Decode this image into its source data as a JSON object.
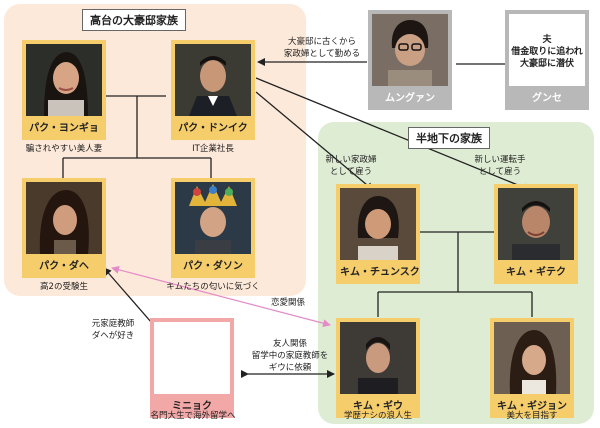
{
  "groups": {
    "rich": {
      "title": "高台の大豪邸家族"
    },
    "poor": {
      "title": "半地下の家族"
    }
  },
  "people": {
    "yeongyo": {
      "name": "パク・ヨンギョ",
      "desc": "騙されやすい美人妻"
    },
    "dongik": {
      "name": "パク・ドンイク",
      "desc": "IT企業社長"
    },
    "dahye": {
      "name": "パク・ダヘ",
      "desc": "高2の受験生"
    },
    "dasong": {
      "name": "パク・ダソン",
      "desc": "キムたちの匂いに気づく"
    },
    "mungwang": {
      "name": "ムングァン"
    },
    "geunsae": {
      "name": "グンセ",
      "lines": [
        "夫",
        "借金取りに追われ",
        "大豪邸に潜伏"
      ]
    },
    "chungsook": {
      "name": "キム・チュンスク"
    },
    "giteak": {
      "name": "キム・ギテク"
    },
    "minhyuk": {
      "name": "ミニョク",
      "desc": "名門大生で海外留学へ"
    },
    "giwoo": {
      "name": "キム・ギウ",
      "desc": "学歴ナシの浪人生"
    },
    "gijung": {
      "name": "キム・ギジョン",
      "desc": "美大を目指す"
    }
  },
  "relations": {
    "mungwang_to_park": [
      "大豪邸に古くから",
      "家政婦として勤める"
    ],
    "chungsook_hired": [
      "新しい家政婦",
      "として雇う"
    ],
    "giteak_hired": [
      "新しい運転手",
      "として雇う"
    ],
    "minhyuk_likes": [
      "元家庭教師",
      "ダヘが好き"
    ],
    "romance": "恋愛関係",
    "friends": [
      "友人関係",
      "留学中の家庭教師を",
      "ギウに依頼"
    ]
  }
}
